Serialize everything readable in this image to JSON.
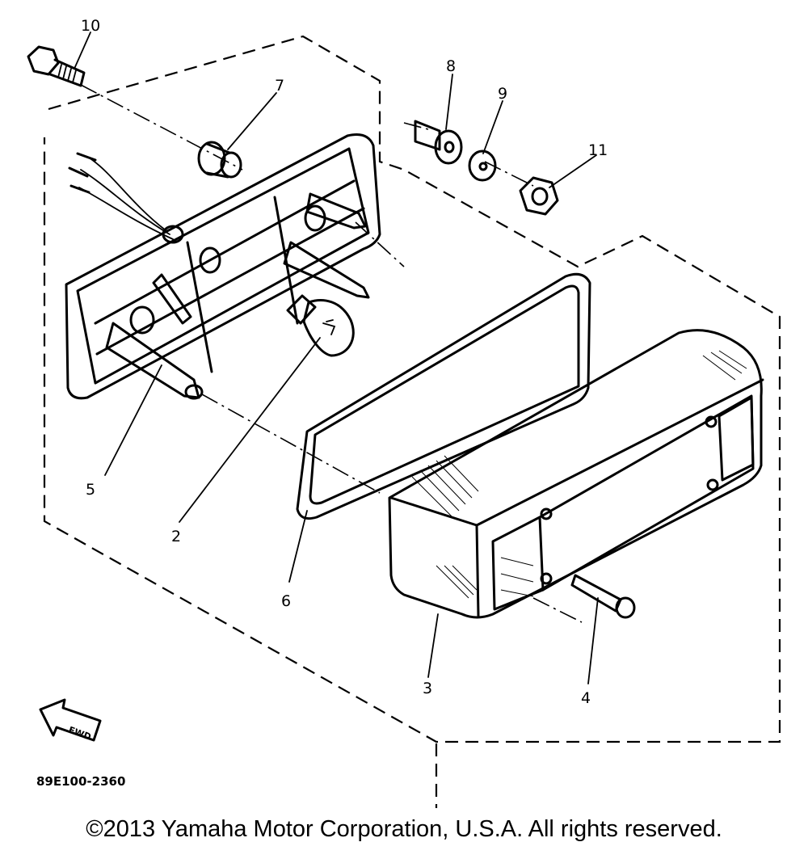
{
  "diagram": {
    "parts": [
      {
        "id": "1",
        "callout": ""
      },
      {
        "id": "2",
        "callout": "2"
      },
      {
        "id": "3",
        "callout": "3"
      },
      {
        "id": "4",
        "callout": "4"
      },
      {
        "id": "5",
        "callout": "5"
      },
      {
        "id": "6",
        "callout": "6"
      },
      {
        "id": "7",
        "callout": "7"
      },
      {
        "id": "8",
        "callout": "8"
      },
      {
        "id": "9",
        "callout": "9"
      },
      {
        "id": "10",
        "callout": "10"
      },
      {
        "id": "11",
        "callout": "11"
      }
    ],
    "fwd_label": "FWD",
    "diagram_code": "89E100-2360"
  },
  "footer": {
    "copyright": "©2013 Yamaha Motor Corporation, U.S.A. All rights reserved."
  },
  "colors": {
    "ink": "#000000",
    "paper": "#ffffff"
  }
}
